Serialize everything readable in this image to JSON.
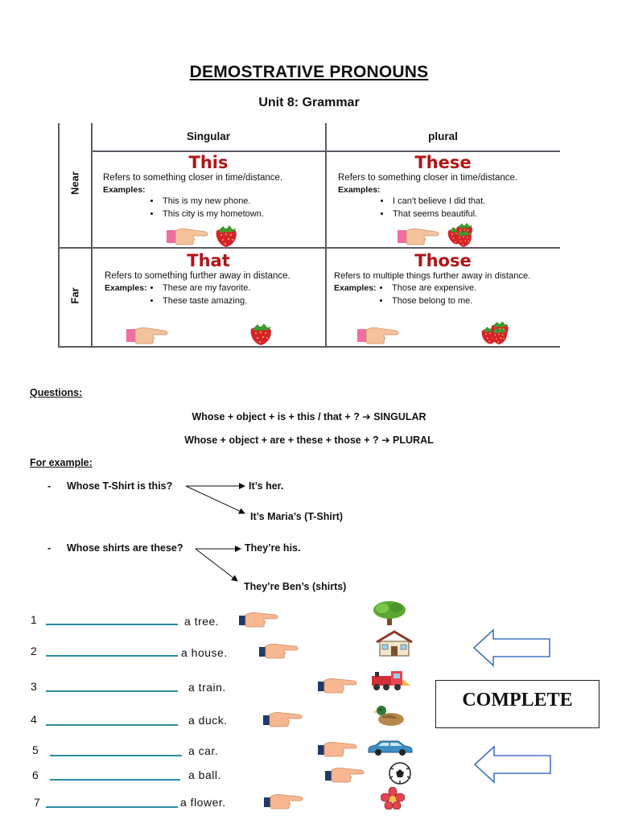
{
  "header": {
    "title": "DEMOSTRATIVE PRONOUNS",
    "subtitle": "Unit 8: Grammar"
  },
  "table": {
    "col_singular": "Singular",
    "col_plural": "plural",
    "row_near": "Near",
    "row_far": "Far",
    "cells": [
      {
        "word": "This",
        "definition": "Refers to something closer in time/distance.",
        "examples_label": "Examples:",
        "examples": [
          "This is my new phone.",
          "This city is my hometown."
        ]
      },
      {
        "word": "These",
        "definition": "Refers to something closer in time/distance.",
        "examples_label": "Examples:",
        "examples": [
          "I can't believe I did that.",
          "That seems beautiful."
        ]
      },
      {
        "word": "That",
        "definition": "Refers to something further away in distance.",
        "examples_label": "Examples:",
        "examples": [
          "These are my favorite.",
          "These taste amazing."
        ]
      },
      {
        "word": "Those",
        "definition": "Refers to multiple things further away in distance.",
        "examples_label": "Examples:",
        "examples": [
          "Those are expensive.",
          "Those belong to me."
        ]
      }
    ]
  },
  "questions": {
    "label": "Questions:",
    "formula_singular": "Whose + object + is + this / that + ? ➔ SINGULAR",
    "formula_plural": "Whose + object + are + these + those + ? ➔ PLURAL",
    "example_label": "For example:",
    "examples": [
      {
        "dash": "-",
        "question": "Whose T-Shirt is this?",
        "answer_1": "It’s her.",
        "answer_2": "It’s Maria’s (T-Shirt)"
      },
      {
        "dash": "-",
        "question": "Whose shirts are these?",
        "answer_1": "They’re his.",
        "answer_2": "They’re Ben’s (shirts)"
      }
    ]
  },
  "exercise": {
    "items": [
      {
        "num": "1",
        "text": "a tree.",
        "icon": "tree"
      },
      {
        "num": "2",
        "text": "a house.",
        "icon": "house"
      },
      {
        "num": "3",
        "text": "a train.",
        "icon": "train"
      },
      {
        "num": "4",
        "text": "a duck.",
        "icon": "duck"
      },
      {
        "num": "5",
        "text": "a car.",
        "icon": "car"
      },
      {
        "num": "6",
        "text": "a ball.",
        "icon": "ball"
      },
      {
        "num": "7",
        "text": "a flower.",
        "icon": "flower"
      }
    ],
    "complete_label": "COMPLETE"
  },
  "colors": {
    "pronoun_red": "#b01515",
    "grid": "#5b5b66",
    "blank_line": "#2b8aa6",
    "arrow_blue": "#4472c4"
  }
}
